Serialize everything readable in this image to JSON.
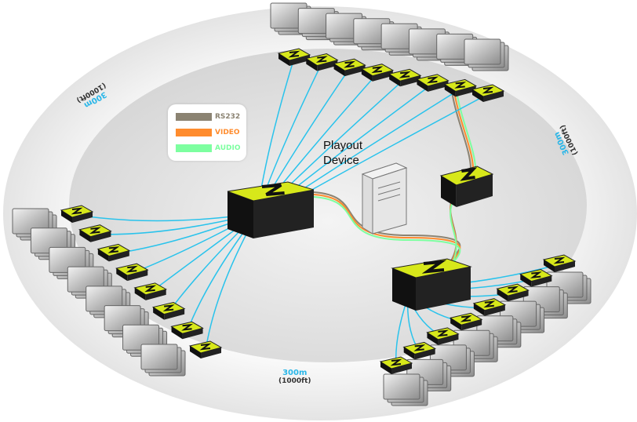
{
  "legend": {
    "items": [
      {
        "label": "RS232",
        "color": "#8b8372"
      },
      {
        "label": "VIDEO",
        "color": "#ff8c2e"
      },
      {
        "label": "AUDIO",
        "color": "#7dffa0"
      }
    ]
  },
  "playout_device": {
    "line1": "Playout",
    "line2": "Device"
  },
  "distances": {
    "bottom": {
      "meters": "300m",
      "feet": "(1000ft)"
    },
    "left": {
      "meters": "300m",
      "feet": "(1000ft)"
    },
    "right": {
      "meters": "300m",
      "feet": "(1000ft)"
    }
  },
  "colors": {
    "cable_cat": "#29c3ec",
    "device_yellow": "#e6f21a",
    "device_body": "#1c1c1c"
  }
}
